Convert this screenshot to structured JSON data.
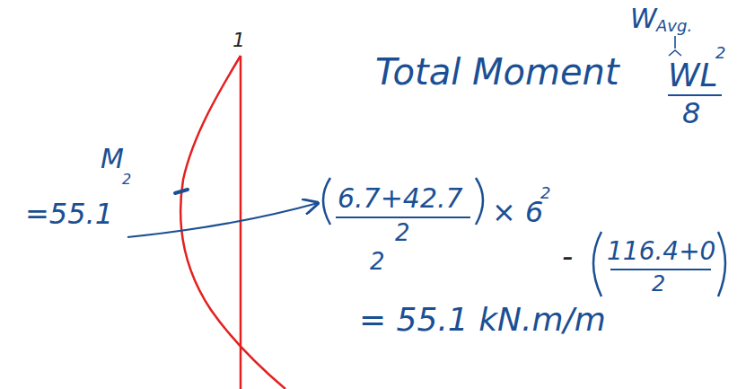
{
  "diagram": {
    "labels": [
      "1",
      "W",
      "Avg.",
      "Total Moment",
      "WL",
      "2",
      "8",
      "M",
      "2",
      "=55.1",
      "6.7+42.7",
      "2",
      "× 6",
      "2",
      "2",
      "-",
      "116.4+0",
      "2",
      "= 55.1 kN.m/m"
    ]
  }
}
